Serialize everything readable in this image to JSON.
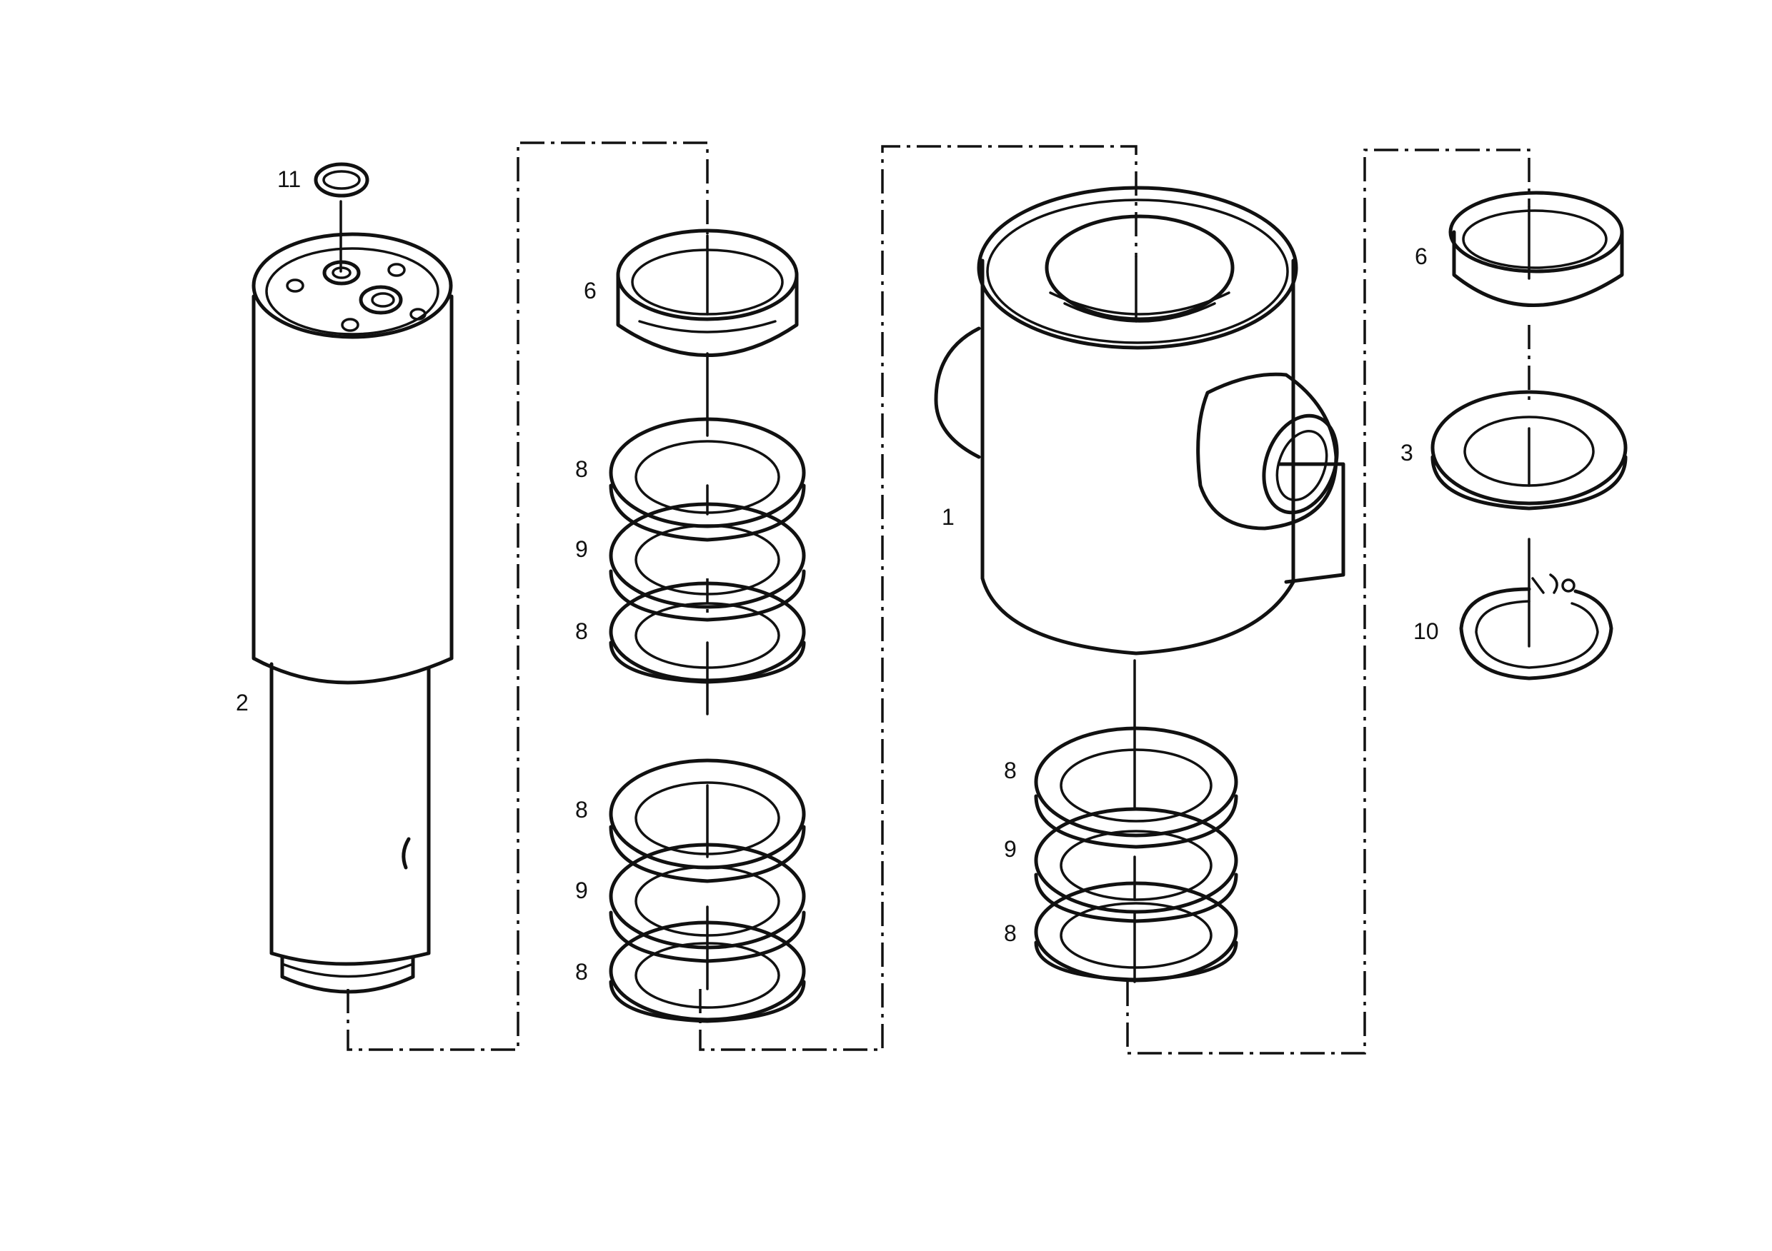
{
  "callouts": {
    "housing": "1",
    "cylinder": "2",
    "washer": "3",
    "bushing_left": "6",
    "bushing_right": "6",
    "seal_a_top": "8",
    "rubber_a": "9",
    "seal_a_bottom": "8",
    "seal_b_top": "8",
    "rubber_b": "9",
    "seal_b_bottom": "8",
    "seal_c_top": "8",
    "rubber_c": "9",
    "seal_c_bottom": "8",
    "snap_ring": "10",
    "oring": "11"
  },
  "colors": {
    "line": "#111111",
    "background": "#ffffff"
  }
}
